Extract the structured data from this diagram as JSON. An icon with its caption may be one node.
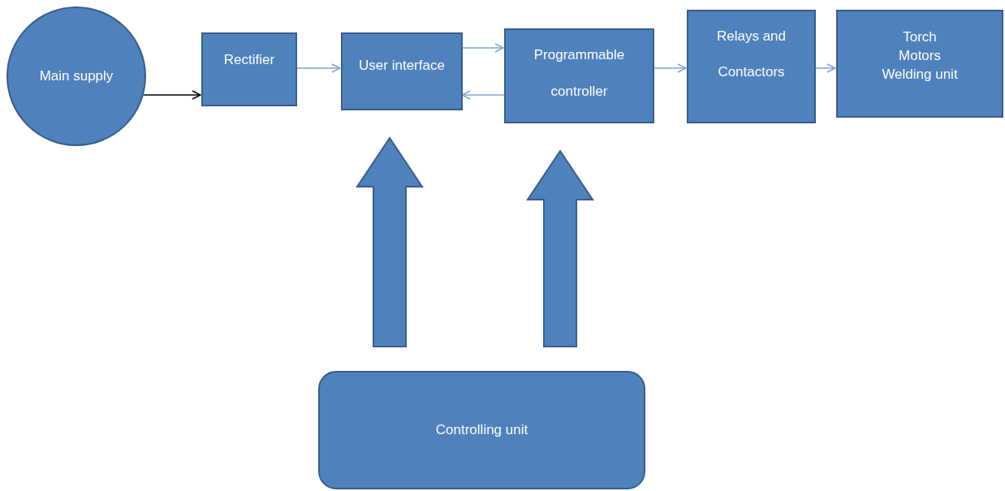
{
  "diagram": {
    "nodes": [
      {
        "text": [
          "Main supply"
        ]
      },
      {
        "text": [
          "Rectifier"
        ]
      },
      {
        "text": [
          "User interface"
        ]
      },
      {
        "text": [
          "Programmable controller"
        ]
      },
      {
        "text": [
          "Relays and Contactors"
        ]
      },
      {
        "text": [
          "Torch",
          "Motors",
          "Welding unit"
        ]
      },
      {
        "text": [
          "Controlling unit"
        ]
      }
    ],
    "edges": [
      {
        "from": 0,
        "to": 1,
        "arrow": "to",
        "color": "#000000"
      },
      {
        "from": 1,
        "to": 2,
        "arrow": "to"
      },
      {
        "from": 2,
        "to": 3,
        "arrow": "to"
      },
      {
        "from": 3,
        "to": 2,
        "arrow": "to"
      },
      {
        "from": 3,
        "to": 4,
        "arrow": "to"
      },
      {
        "from": 4,
        "to": 5,
        "arrow": "to"
      },
      {
        "from": 6,
        "to": 2,
        "arrow": "to",
        "style": "thick"
      },
      {
        "from": 6,
        "to": 3,
        "arrow": "to",
        "style": "thick"
      }
    ]
  }
}
